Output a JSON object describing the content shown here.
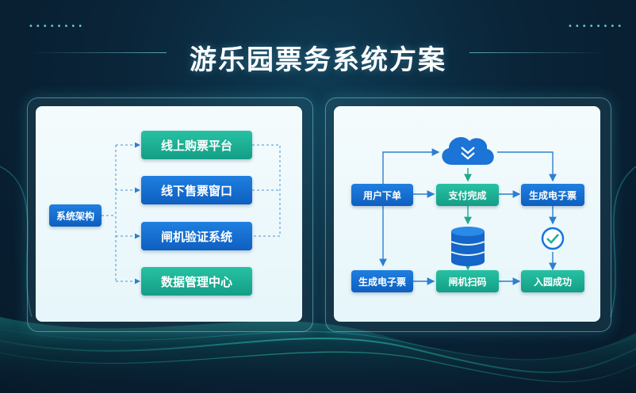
{
  "title": "游乐园票务系统方案",
  "colors": {
    "blue": "#1577de",
    "teal": "#1fb396",
    "background": "#0a2438",
    "panel": "#eef9fb",
    "connector": "#3b8fd4"
  },
  "architecture": {
    "root": "系统架构",
    "modules": [
      "线上购票平台",
      "线下售票窗口",
      "闸机验证系统",
      "数据管理中心"
    ]
  },
  "flow": {
    "cloud_icon": "cloud-chevrons-icon",
    "database_icon": "database-icon",
    "check_icon": "check-circle-icon",
    "row1": [
      "用户下单",
      "支付完成",
      "生成电子票"
    ],
    "row2": [
      "生成电子票",
      "闸机扫码",
      "入园成功"
    ]
  }
}
